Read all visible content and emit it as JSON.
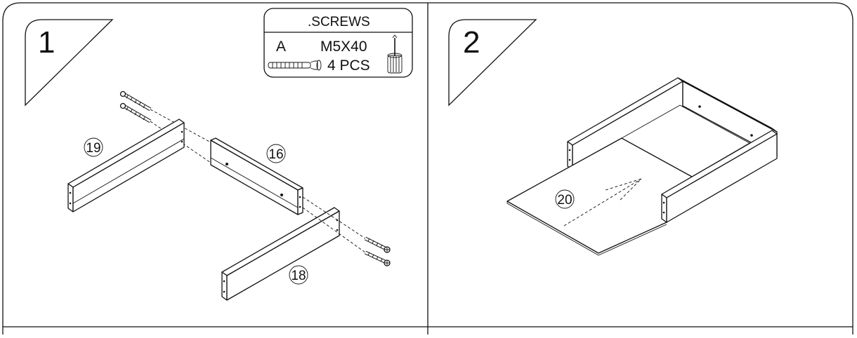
{
  "steps": [
    {
      "number": "1",
      "screws_box": {
        "title": ".SCREWS",
        "letter": "A",
        "size": "M5X40",
        "qty": "4 PCS"
      },
      "parts": [
        "19",
        "16",
        "18"
      ]
    },
    {
      "number": "2",
      "parts": [
        "20"
      ]
    }
  ]
}
